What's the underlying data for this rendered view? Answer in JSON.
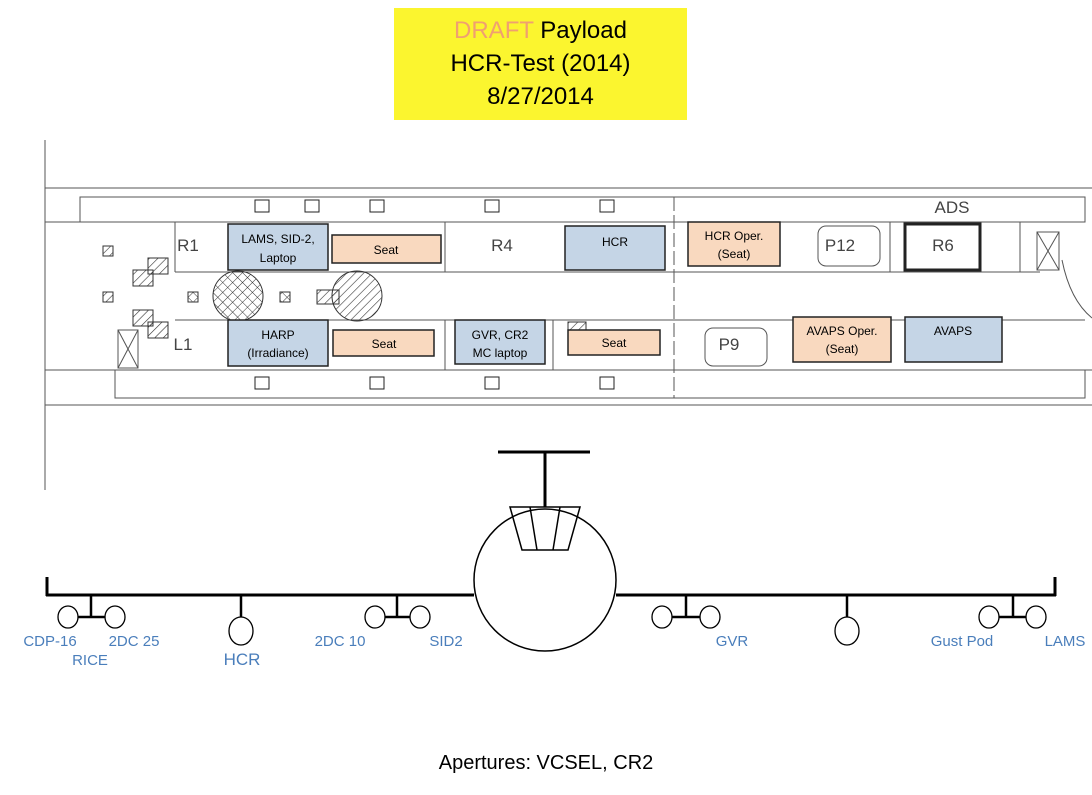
{
  "title": {
    "draft": "DRAFT",
    "payload": " Payload",
    "project": "HCR-Test (2014)",
    "date": "8/27/2014"
  },
  "colors": {
    "title_bg": "#fbf52f",
    "draft": "#f0a070",
    "instrument_box": "#c5d5e6",
    "seat_box": "#f9d9bf",
    "pod_label": "#4a7ebb"
  },
  "floorplan": {
    "labels": {
      "r1": "R1",
      "r4": "R4",
      "l1": "L1",
      "p12": "P12",
      "r6": "R6",
      "p9": "P9",
      "ads": "ADS"
    },
    "boxes": [
      {
        "type": "instrument",
        "line1": "LAMS, SID-2,",
        "line2": "Laptop"
      },
      {
        "type": "seat",
        "line1": "Seat",
        "line2": ""
      },
      {
        "type": "instrument",
        "line1": "HCR",
        "line2": ""
      },
      {
        "type": "seat",
        "line1": "HCR Oper.",
        "line2": "(Seat)"
      },
      {
        "type": "instrument",
        "line1": "HARP",
        "line2": "(Irradiance)"
      },
      {
        "type": "seat",
        "line1": "Seat",
        "line2": ""
      },
      {
        "type": "instrument",
        "line1": "GVR, CR2",
        "line2": "MC laptop"
      },
      {
        "type": "seat",
        "line1": "Seat",
        "line2": ""
      },
      {
        "type": "seat",
        "line1": "AVAPS Oper.",
        "line2": "(Seat)"
      },
      {
        "type": "instrument",
        "line1": "AVAPS",
        "line2": ""
      }
    ]
  },
  "pods": {
    "cdp16": "CDP-16",
    "rice": "RICE",
    "twodc25": "2DC 25",
    "hcr": "HCR",
    "twodc10": "2DC 10",
    "sid2": "SID2",
    "gvr": "GVR",
    "gustpod": "Gust Pod",
    "lams": "LAMS"
  },
  "apertures": "Apertures: VCSEL, CR2"
}
